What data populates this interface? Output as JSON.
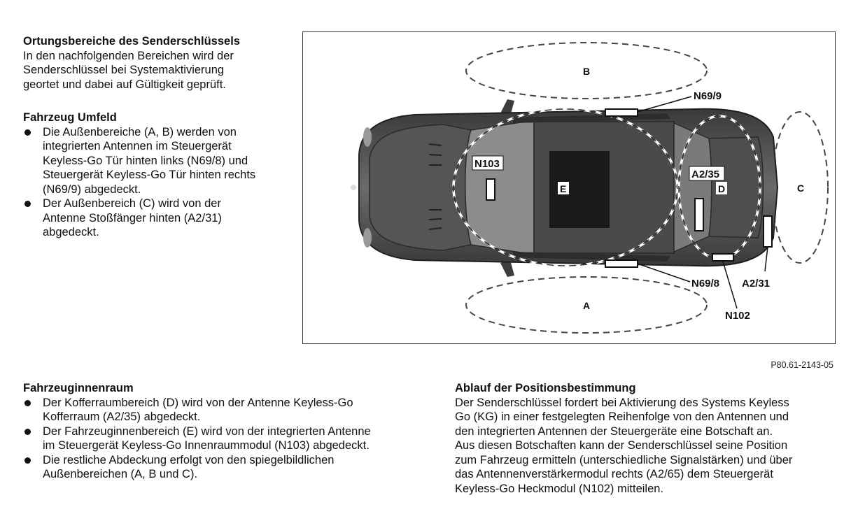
{
  "intro": {
    "heading": "Ortungsbereiche des Senderschlüssels",
    "lines": [
      "In den nachfolgenden Bereichen wird der",
      "Senderschlüssel bei Systemaktivierung",
      "geortet und dabei auf Gültigkeit geprüft."
    ]
  },
  "umfeld": {
    "heading": "Fahrzeug Umfeld",
    "bullets": [
      [
        "Die Außenbereiche (A, B) werden von",
        "integrierten Antennen im Steuergerät",
        "Keyless-Go Tür hinten links (N69/8) und",
        "Steuergerät Keyless-Go Tür hinten rechts",
        "(N69/9) abgedeckt."
      ],
      [
        "Der Außenbereich (C) wird von der",
        "Antenne Stoßfänger hinten (A2/31)",
        "abgedeckt."
      ]
    ]
  },
  "innenraum": {
    "heading": "Fahrzeuginnenraum",
    "bullets": [
      [
        "Der Kofferraumbereich (D) wird von der Antenne Keyless-Go",
        "Kofferraum (A2/35) abgedeckt."
      ],
      [
        "Der Fahrzeuginnenbereich (E) wird von der integrierten Antenne",
        "im Steuergerät Keyless-Go Innenraummodul (N103) abgedeckt."
      ],
      [
        "Die restliche Abdeckung erfolgt von den spiegelbildlichen",
        "Außenbereichen (A, B und C)."
      ]
    ]
  },
  "ablauf": {
    "heading": "Ablauf der Positionsbestimmung",
    "lines": [
      "Der Senderschlüssel fordert bei Aktivierung des Systems Keyless",
      "Go (KG) in einer festgelegten Reihenfolge von den Antennen und",
      "den integrierten Antennen der Steuergeräte eine Botschaft an.",
      "Aus diesen Botschaften kann der Senderschlüssel seine Position",
      "zum Fahrzeug ermitteln (unterschiedliche Signalstärken) und über",
      "das Antennenverstärkermodul rechts (A2/65) dem Steuergerät",
      "Keyless-Go Heckmodul (N102) mitteilen."
    ]
  },
  "figure": {
    "ref": "P80.61-2143-05",
    "areas": {
      "a": "A",
      "b": "B",
      "c": "C",
      "d": "D",
      "e": "E"
    },
    "components": {
      "n69_9": "N69/9",
      "n69_8": "N69/8",
      "n103": "N103",
      "a2_35": "A2/35",
      "a2_31": "A2/31",
      "n102": "N102"
    },
    "colors": {
      "car_body": "#5a5a5a",
      "car_dark": "#2a2a2a",
      "glass": "#8c8c8c",
      "zone_dash": "#444444"
    }
  }
}
